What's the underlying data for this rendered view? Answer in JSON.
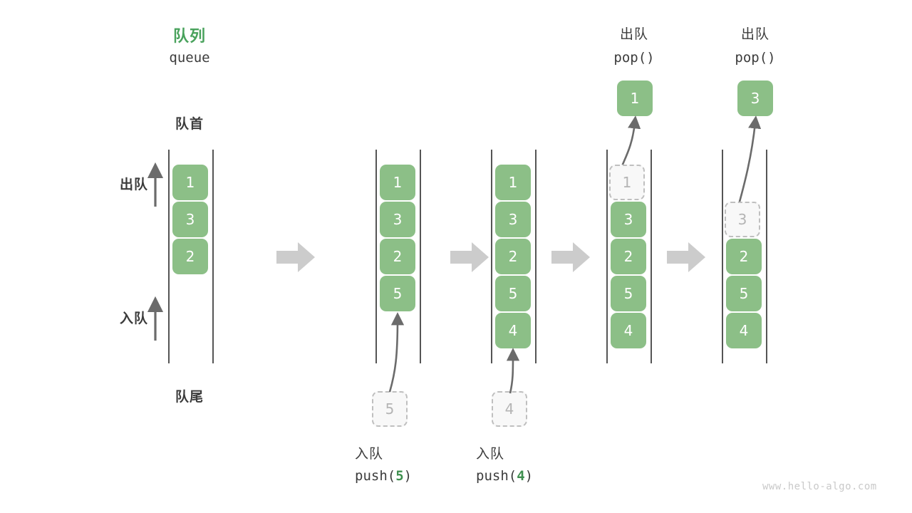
{
  "diagram": {
    "title_cn": "队列",
    "title_en": "queue",
    "front_label": "队首",
    "rear_label": "队尾",
    "dequeue_label": "出队",
    "enqueue_label": "入队",
    "watermark": "www.hello-algo.com",
    "colors": {
      "cell_fill": "#8cbf87",
      "cell_text": "#ffffff",
      "ghost_fill": "#f8f8f8",
      "ghost_border": "#bfbfbf",
      "ghost_text": "#b4b4b4",
      "title_green": "#49a25c",
      "highlight_green": "#3f8f4f",
      "rail": "#555555",
      "arrow_gray": "#cccccc",
      "curve_arrow": "#6b6b6b",
      "text": "#3c3c3c",
      "watermark": "#c9c9c9"
    },
    "side_labels": {
      "dequeue_arrow": "出队",
      "enqueue_arrow": "入队"
    },
    "steps": [
      {
        "name": "initial",
        "cells": [
          {
            "value": "1",
            "state": "filled"
          },
          {
            "value": "3",
            "state": "filled"
          },
          {
            "value": "2",
            "state": "filled"
          }
        ],
        "caption_cn": "",
        "caption_code": "",
        "op_value": "",
        "top_label_cn": "",
        "top_label_code": ""
      },
      {
        "name": "push-5",
        "cells": [
          {
            "value": "1",
            "state": "filled"
          },
          {
            "value": "3",
            "state": "filled"
          },
          {
            "value": "2",
            "state": "filled"
          },
          {
            "value": "5",
            "state": "filled"
          }
        ],
        "incoming_value": "5",
        "caption_cn": "入队",
        "caption_code_prefix": "push(",
        "caption_code_value": "5",
        "caption_code_suffix": ")"
      },
      {
        "name": "push-4",
        "cells": [
          {
            "value": "1",
            "state": "filled"
          },
          {
            "value": "3",
            "state": "filled"
          },
          {
            "value": "2",
            "state": "filled"
          },
          {
            "value": "5",
            "state": "filled"
          },
          {
            "value": "4",
            "state": "filled"
          }
        ],
        "incoming_value": "4",
        "caption_cn": "入队",
        "caption_code_prefix": "push(",
        "caption_code_value": "4",
        "caption_code_suffix": ")"
      },
      {
        "name": "pop-1",
        "cells": [
          {
            "value": "1",
            "state": "ghost"
          },
          {
            "value": "3",
            "state": "filled"
          },
          {
            "value": "2",
            "state": "filled"
          },
          {
            "value": "5",
            "state": "filled"
          },
          {
            "value": "4",
            "state": "filled"
          }
        ],
        "outgoing_value": "1",
        "top_label_cn": "出队",
        "top_label_code": "pop()"
      },
      {
        "name": "pop-3",
        "cells": [
          {
            "value": "",
            "state": "empty"
          },
          {
            "value": "3",
            "state": "ghost"
          },
          {
            "value": "2",
            "state": "filled"
          },
          {
            "value": "5",
            "state": "filled"
          },
          {
            "value": "4",
            "state": "filled"
          }
        ],
        "outgoing_value": "3",
        "top_label_cn": "出队",
        "top_label_code": "pop()"
      }
    ]
  }
}
